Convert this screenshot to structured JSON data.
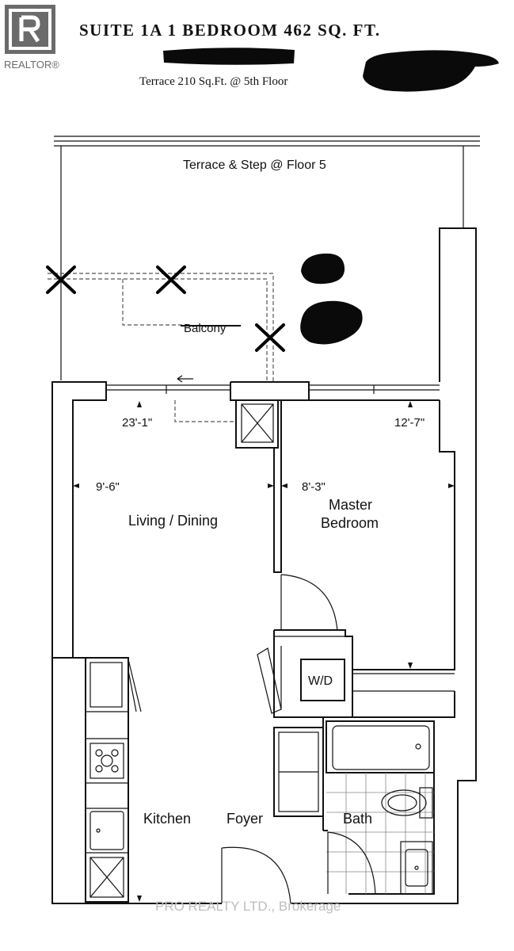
{
  "header": {
    "brand": "REALTOR®",
    "title": "SUITE 1A  1 BEDROOM 462 SQ. FT.",
    "subtitle": "Terrace 210 Sq.Ft. @ 5th Floor"
  },
  "plan": {
    "terrace_label": "Terrace & Step @ Floor 5",
    "balcony_label": "Balcony",
    "rooms": {
      "living": "Living / Dining",
      "bedroom_line1": "Master",
      "bedroom_line2": "Bedroom",
      "washer_dryer": "W/D",
      "kitchen": "Kitchen",
      "foyer": "Foyer",
      "bath": "Bath"
    },
    "dimensions": {
      "living_depth": "23'-1\"",
      "living_width": "9'-6\"",
      "bedroom_width": "8'-3\"",
      "bedroom_depth": "12'-7\""
    }
  },
  "watermark": "PRO REALTY LTD., Brokerage"
}
